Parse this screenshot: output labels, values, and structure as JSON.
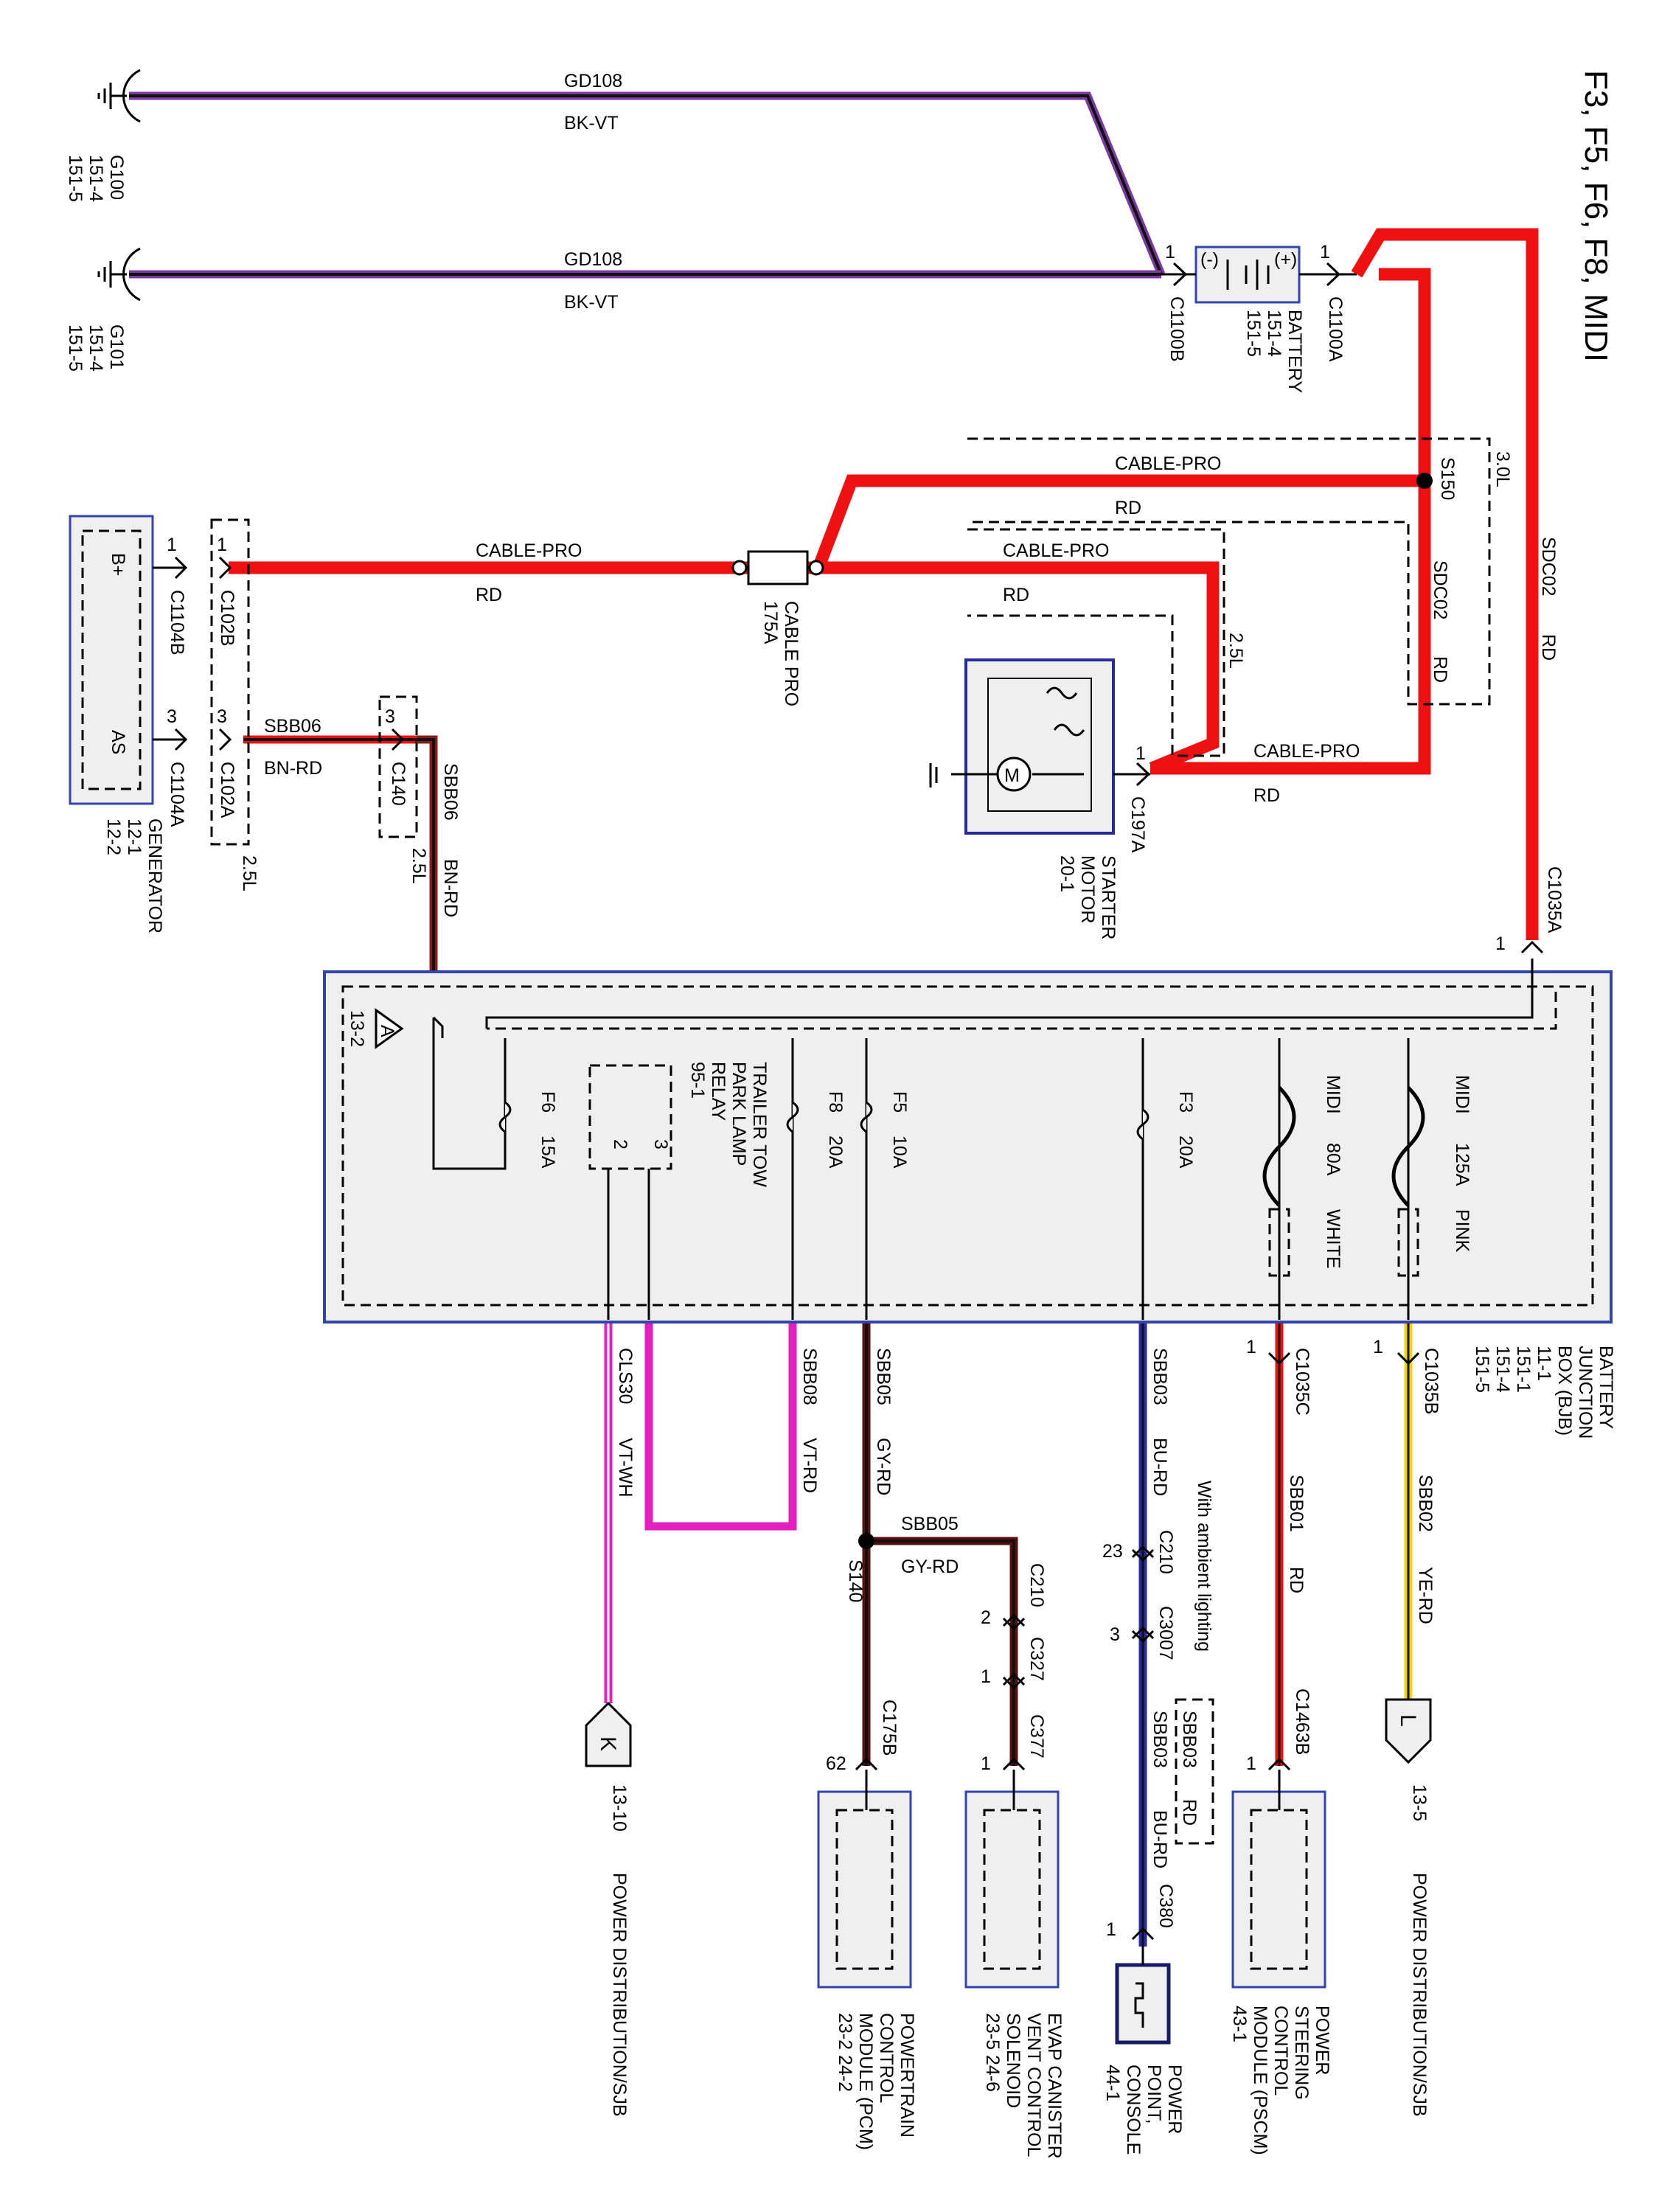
{
  "title": "F3, F5, F6, F8, MIDI",
  "colors": {
    "red": "#ee1111",
    "black": "#111111",
    "violet": "#7a3aa0",
    "blue": "#2a2aa0",
    "magenta": "#e21fbf",
    "yellow": "#f2d400",
    "grey_fill": "#efefef",
    "box_border": "#3344aa"
  },
  "grounds": {
    "g100": {
      "id": "G100",
      "pages": "151-4\n151-5"
    },
    "g101": {
      "id": "G101",
      "pages": "151-4\n151-5"
    }
  },
  "wires": {
    "gd108_top": {
      "circuit": "GD108",
      "color": "BK-VT"
    },
    "gd108_bottom": {
      "circuit": "GD108",
      "color": "BK-VT"
    },
    "sdc02_main": {
      "circuit": "SDC02",
      "color": "RD"
    },
    "sdc02_30l": {
      "circuit": "SDC02",
      "color": "RD"
    },
    "cable_pro_s150": {
      "circuit": "CABLE-PRO",
      "color": "RD"
    },
    "cable_pro_gen": {
      "circuit": "CABLE-PRO",
      "color": "RD"
    },
    "cable_pro_25l": {
      "circuit": "CABLE-PRO",
      "color": "RD"
    },
    "cable_pro_starter": {
      "circuit": "CABLE-PRO",
      "color": "RD"
    },
    "sbb06_gen": {
      "circuit": "SBB06",
      "color": "BN-RD"
    },
    "sbb06_bjb": {
      "circuit": "SBB06",
      "color": "BN-RD"
    },
    "cls30": {
      "circuit": "CLS30",
      "color": "VT-WH"
    },
    "sbb08": {
      "circuit": "SBB08",
      "color": "VT-RD"
    },
    "sbb05": {
      "circuit": "SBB05",
      "color": "GY-RD"
    },
    "sbb05_branch": {
      "circuit": "SBB05",
      "color": "GY-RD"
    },
    "sbb03": {
      "circuit": "SBB03",
      "color": "BU-RD"
    },
    "sbb03_lower": {
      "circuit": "SBB03",
      "color": "BU-RD"
    },
    "sbb03_ambient": {
      "circuit": "SBB03",
      "color": "RD"
    },
    "sbb01": {
      "circuit": "SBB01",
      "color": "RD"
    },
    "sbb02": {
      "circuit": "SBB02",
      "color": "YE-RD"
    }
  },
  "connectors": {
    "c1100b": {
      "id": "C1100B",
      "pin": "1"
    },
    "c1100a": {
      "id": "C1100A",
      "pin": "1"
    },
    "c102b": {
      "id": "C102B",
      "pin": "1"
    },
    "c102a": {
      "id": "C102A",
      "pin": "3"
    },
    "c1104b": {
      "id": "C1104B",
      "pin": "1"
    },
    "c1104a": {
      "id": "C1104A",
      "pin": "3"
    },
    "c140": {
      "id": "C140",
      "pin": "3"
    },
    "c197a": {
      "id": "C197A",
      "pin": "1"
    },
    "c1035a": {
      "id": "C1035A",
      "pin": "1"
    },
    "c1035b": {
      "id": "C1035B",
      "pin": "1"
    },
    "c1035c": {
      "id": "C1035C",
      "pin": "1"
    },
    "c210_upper": {
      "id": "C210",
      "pin": "23"
    },
    "c3007": {
      "id": "C3007",
      "pin": "3"
    },
    "c210_branch": {
      "id": "C210",
      "pin": "2"
    },
    "c327": {
      "id": "C327",
      "pin": "1"
    },
    "c377": {
      "id": "C377",
      "pin": "1"
    },
    "c175b": {
      "id": "C175B",
      "pin": "62"
    },
    "c380": {
      "id": "C380",
      "pin": "1"
    },
    "c1463b": {
      "id": "C1463B",
      "pin": "1"
    }
  },
  "splices": {
    "s150": "S150",
    "s140": "S140"
  },
  "engine_options": {
    "opt_30l": "3.0L",
    "opt_25l_starter": "2.5L",
    "opt_25l_c102": "2.5L",
    "opt_25l_c140": "2.5L"
  },
  "ambient": {
    "note": "With ambient lighting",
    "inline_label": "SBB03",
    "inline_color": "RD"
  },
  "components": {
    "battery": {
      "name": "BATTERY",
      "pages": "151-4\n151-5",
      "plus": "(+)",
      "minus": "(-)"
    },
    "cable_pro_fuse": {
      "name": "CABLE PRO",
      "rating": "175A"
    },
    "starter": {
      "name": "STARTER\nMOTOR",
      "page": "20-1",
      "motor_symbol": "M"
    },
    "generator": {
      "name": "GENERATOR",
      "pages": "12-1\n12-2",
      "b_plus": "B+",
      "as": "AS"
    },
    "bjb": {
      "name": "BATTERY\nJUNCTION\nBOX (BJB)",
      "pages": "11-1\n151-1\n151-4\n151-5",
      "ref": "13-2"
    },
    "relay": {
      "name": "TRAILER TOW\nPARK LAMP\nRELAY",
      "page": "95-1",
      "pin3": "3",
      "pin2": "2"
    },
    "pscm": {
      "name": "POWER\nSTEERING\nCONTROL\nMODULE (PSCM)",
      "page": "43-1"
    },
    "power_point": {
      "name": "POWER\nPOINT,\nCONSOLE",
      "page": "44-1"
    },
    "evap": {
      "name": "EVAP CANISTER\nVENT CONTROL\nSOLENOID",
      "pages": "23-5    24-6"
    },
    "pcm": {
      "name": "POWERTRAIN\nCONTROL\nMODULE (PCM)",
      "pages": "23-2    24-2"
    }
  },
  "fuses": {
    "f6": {
      "id": "F6",
      "rating": "15A"
    },
    "f8": {
      "id": "F8",
      "rating": "20A"
    },
    "f5": {
      "id": "F5",
      "rating": "10A"
    },
    "f3": {
      "id": "F3",
      "rating": "20A"
    },
    "midi80": {
      "id": "MIDI",
      "rating": "80A",
      "color": "WHITE"
    },
    "midi125": {
      "id": "MIDI",
      "rating": "125A",
      "color": "PINK"
    }
  },
  "page_refs": {
    "k": {
      "letter": "K",
      "page": "13-10",
      "label": "POWER DISTRIBUTION/SJB"
    },
    "l": {
      "letter": "L",
      "page": "13-5",
      "label": "POWER DISTRIBUTION/SJB"
    }
  }
}
